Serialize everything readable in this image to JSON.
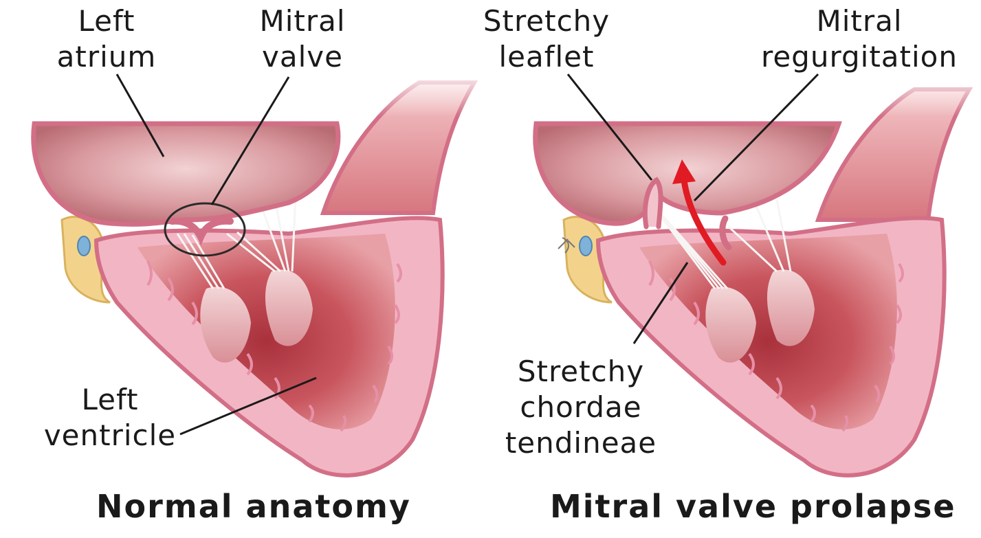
{
  "labels": {
    "left_atrium": [
      "Left",
      "atrium"
    ],
    "mitral_valve": [
      "Mitral",
      "valve"
    ],
    "left_ventricle": [
      "Left",
      "ventricle"
    ],
    "stretchy_leaflet": [
      "Stretchy",
      "leaflet"
    ],
    "mitral_regurgitation": [
      "Mitral",
      "regurgitation"
    ],
    "stretchy_chordae": [
      "Stretchy",
      "chordae",
      "tendineae"
    ]
  },
  "captions": {
    "normal": "Normal anatomy",
    "prolapse": "Mitral valve prolapse"
  },
  "colors": {
    "wall_pink": "#e58aa6",
    "wall_light": "#f6c6d3",
    "chamber_dark": "#b8444f",
    "chamber_mid": "#d9707a",
    "fat_yellow": "#f3d38c",
    "vessel_blue": "#7fb2d8",
    "regurgitation_arrow": "#e01b24"
  }
}
